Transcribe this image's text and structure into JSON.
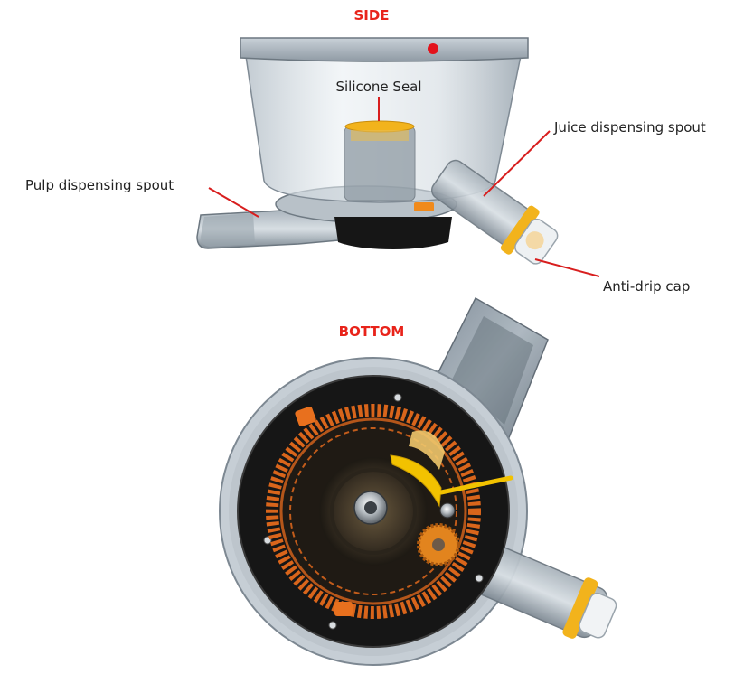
{
  "sections": {
    "side_title": "SIDE",
    "bottom_title": "BOTTOM"
  },
  "callouts": {
    "silicone_seal": "Silicone Seal",
    "juice_spout": "Juice dispensing spout",
    "pulp_spout": "Pulp dispensing spout",
    "anti_drip_cap": "Anti-drip cap"
  },
  "colors": {
    "title_red": "#e8231a",
    "leader_red": "#d81e1e",
    "seal_yellow": "#f2b31c",
    "gear_orange": "#d9651b",
    "housing_black": "#161616"
  }
}
